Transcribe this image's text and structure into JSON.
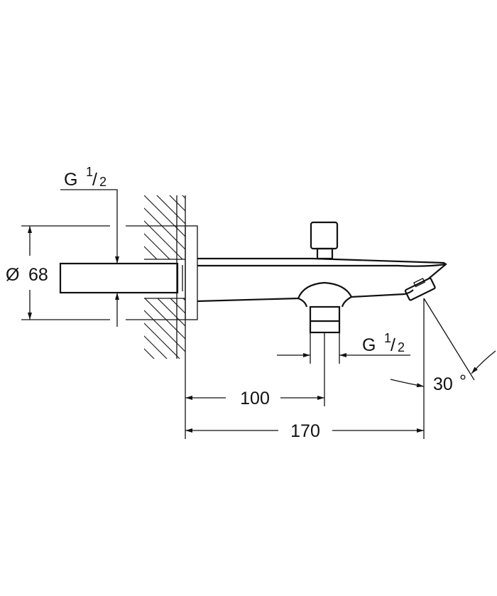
{
  "drawing": {
    "line_color": "#111111",
    "labels": {
      "inlet_thread": {
        "letter": "G",
        "num": "1",
        "den": "2"
      },
      "diameter_symbol": "Ø",
      "diameter": "68",
      "outlet_thread": {
        "letter": "G",
        "num": "1",
        "den": "2"
      },
      "dim_center": "100",
      "dim_length": "170",
      "angle": "30",
      "degree": "°"
    }
  }
}
